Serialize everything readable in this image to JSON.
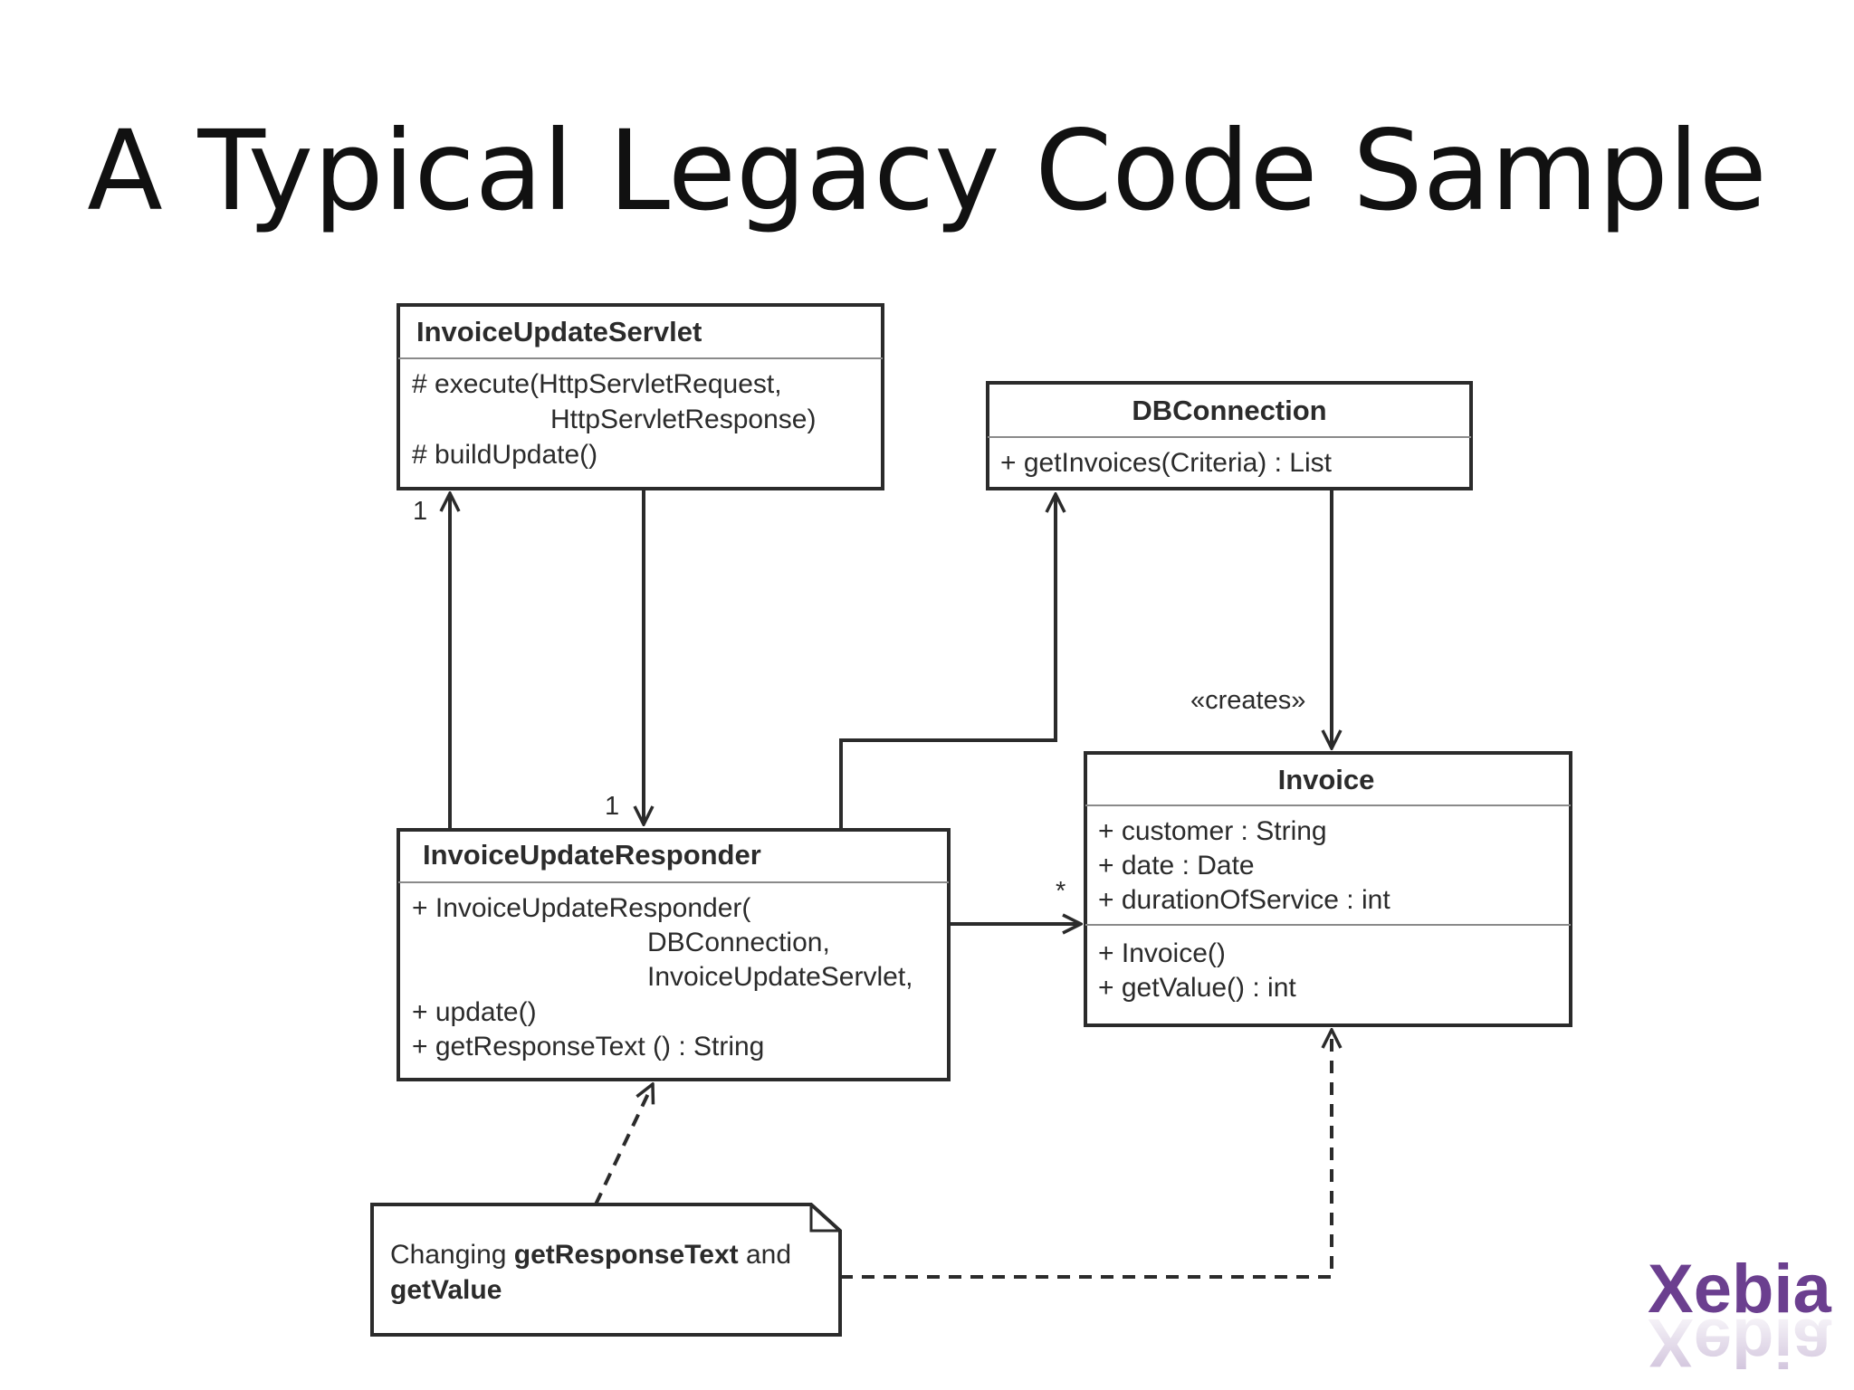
{
  "slide": {
    "title": "A Typical Legacy Code Sample"
  },
  "classes": {
    "servlet": {
      "name": "InvoiceUpdateServlet",
      "members": [
        "# execute(HttpServletRequest,",
        "HttpServletResponse)",
        "# buildUpdate()"
      ]
    },
    "dbconnection": {
      "name": "DBConnection",
      "members": [
        "+ getInvoices(Criteria) : List"
      ]
    },
    "responder": {
      "name": "InvoiceUpdateResponder",
      "members": [
        "+ InvoiceUpdateResponder(",
        "DBConnection,",
        "InvoiceUpdateServlet,",
        "+ update()",
        "+ getResponseText () : String"
      ]
    },
    "invoice": {
      "name": "Invoice",
      "attributes": [
        "+ customer : String",
        "+ date : Date",
        "+ durationOfService : int"
      ],
      "operations": [
        "+ Invoice()",
        "+ getValue() : int"
      ]
    }
  },
  "labels": {
    "mult_servlet": "1",
    "mult_responder": "1",
    "mult_invoice": "*",
    "creates": "«creates»"
  },
  "note": {
    "prefix": "Changing ",
    "bold1": "getResponseText",
    "middle": " and",
    "bold2": "getValue"
  },
  "logo": {
    "text": "Xebia",
    "color": "#6b3f8f"
  }
}
